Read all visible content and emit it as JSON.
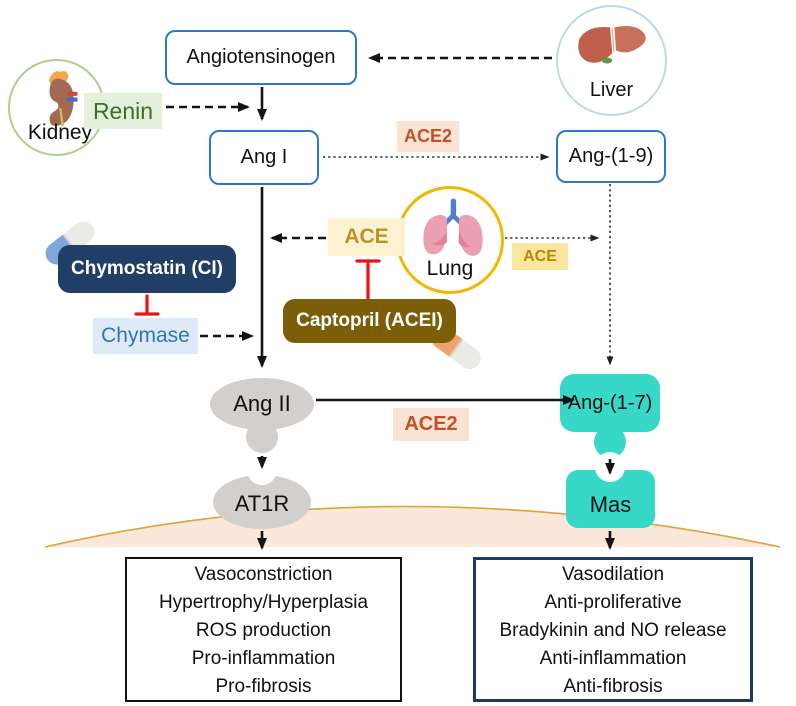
{
  "labels": {
    "angiotensinogen": "Angiotensinogen",
    "liver": "Liver",
    "kidney": "Kidney",
    "renin": "Renin",
    "ang_i": "Ang I",
    "ace2_top": "ACE2",
    "ang_1_9": "Ang-(1-9)",
    "lung": "Lung",
    "ace": "ACE",
    "ace_right": "ACE",
    "chymostatin": "Chymostatin (CI)",
    "chymase": "Chymase",
    "captopril": "Captopril (ACEI)",
    "ang_ii": "Ang II",
    "ace2_mid": "ACE2",
    "ang_1_7": "Ang-(1-7)",
    "at1r": "AT1R",
    "mas": "Mas"
  },
  "effects": {
    "at1r": [
      "Vasoconstriction",
      "Hypertrophy/Hyperplasia",
      "ROS production",
      "Pro-inflammation",
      "Pro-fibrosis"
    ],
    "mas": [
      "Vasodilation",
      "Anti-proliferative",
      "Bradykinin and NO release",
      "Anti-inflammation",
      "Anti-fibrosis"
    ]
  },
  "icons": {
    "liver": "liver-icon",
    "kidney": "kidney-icon",
    "lung": "lung-icon",
    "chymostatin_pill": "capsule-icon",
    "captopril_pill": "capsule-icon"
  },
  "colors": {
    "node_border_blue": "#2E79C7",
    "renin_bg": "#E3F0DB",
    "renin_text": "#3C6E25",
    "kidney_circle_border": "#A9D18E",
    "liver_circle_border": "#BDD7EE",
    "lung_circle_border": "#F2B705",
    "ace2_bg": "#FBE3D4",
    "ace2_text": "#C0522A",
    "ace_bg": "#FDF2CF",
    "ace_text": "#BF9000",
    "chymostatin_bg": "#203E66",
    "chymase_bg": "#DEEBF7",
    "chymase_text": "#2E75B6",
    "captopril_bg": "#7D5E08",
    "inhibition_red": "#E91313",
    "gray_shape": "#D2CFCC",
    "teal_shape": "#38D8C8",
    "membrane_fill": "#FCE8DA",
    "membrane_stroke": "#DCA33C",
    "right_box_border": "#1F3864"
  }
}
